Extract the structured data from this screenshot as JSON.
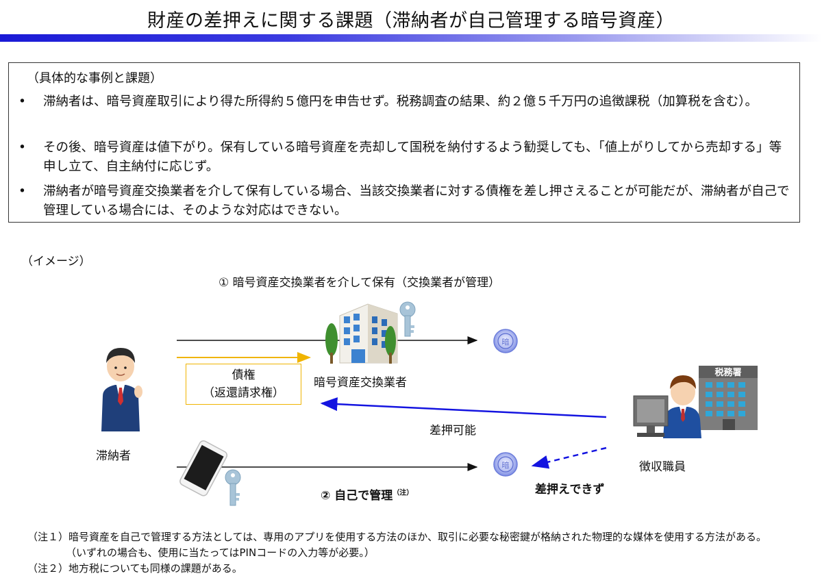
{
  "title": "財産の差押えに関する課題（滞納者が自己管理する暗号資産）",
  "box": {
    "heading": "（具体的な事例と課題）",
    "bullet_mark": "•",
    "bullets": [
      "滞納者は、暗号資産取引により得た所得約５億円を申告せず。税務調査の結果、約２億５千万円の追徴課税（加算税を含む）。",
      "その後、暗号資産は値下がり。保有している暗号資産を売却して国税を納付するよう勧奨しても、「値上がりしてから売却する」等申し立て、自主納付に応じず。",
      "滞納者が暗号資産交換業者を介して保有している場合、当該交換業者に対する債権を差し押さえることが可能だが、滞納者が自己で管理している場合には、そのような対応はできない。"
    ]
  },
  "image_label": "（イメージ）",
  "case1_label": "① 暗号資産交換業者を介して保有（交換業者が管理）",
  "exchange_label": "暗号資産交換業者",
  "claim_line1": "債権",
  "claim_line2": "（返還請求権）",
  "seizure_possible": "差押可能",
  "debtor_label": "滞納者",
  "officer_label": "徴収職員",
  "tax_office_sign": "税務署",
  "case2_label": "② 自己で管理",
  "case2_note_mark": "（注）",
  "cannot_seize": "差押えできず",
  "coin_symbol": "暗",
  "notes": {
    "n1": "（注１）暗号資産を自己で管理する方法としては、専用のアプリを使用する方法のほか、取引に必要な秘密鍵が格納された物理的な媒体を使用する方法がある。",
    "n1b": "（いずれの場合も、使用に当たってはPINコードの入力等が必要。）",
    "n2": "（注２）地方税についても同様の課題がある。"
  },
  "colors": {
    "title_bar": "#1a1ad6",
    "claim_arrow": "#f0b400",
    "seizure_arrow": "#1414e0",
    "coin": "#8a98e8",
    "key": "#a8c4d8"
  }
}
